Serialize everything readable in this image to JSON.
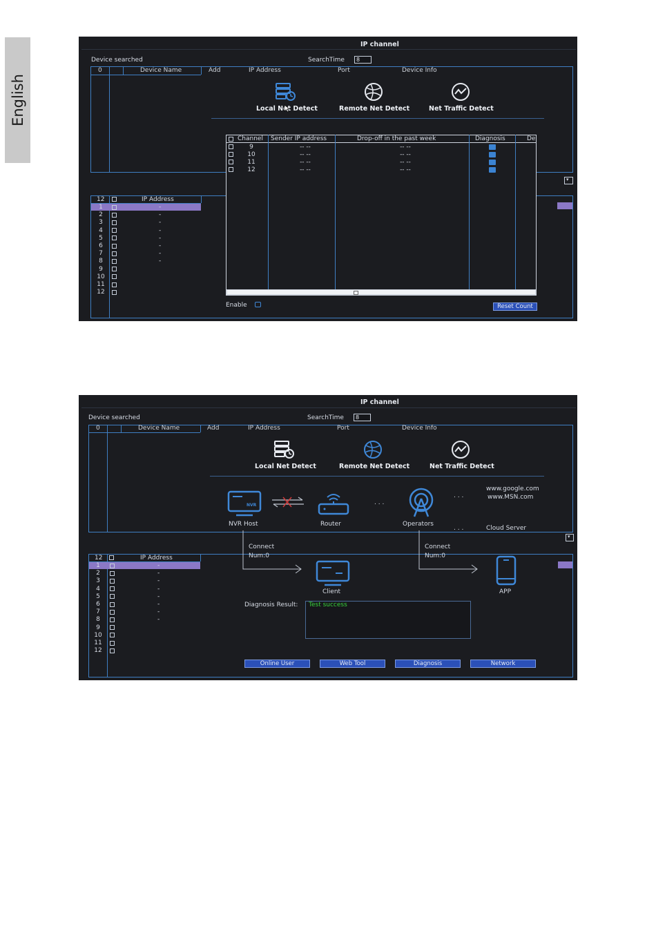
{
  "side_tab": {
    "label": "English"
  },
  "screenshots": [
    {
      "window_title": "IP channel",
      "device_searched": "Device searched",
      "search_time_label": "SearchTime",
      "search_time_value": "8",
      "device_headers": [
        "0",
        "Device Name",
        "Add",
        "IP Address",
        "Port",
        "Device Info"
      ],
      "ip_header": {
        "count": "12",
        "label": "IP Address"
      },
      "ip_rows": [
        {
          "num": "1",
          "ip": "-"
        },
        {
          "num": "2",
          "ip": "-"
        },
        {
          "num": "3",
          "ip": "-"
        },
        {
          "num": "4",
          "ip": "-"
        },
        {
          "num": "5",
          "ip": "-"
        },
        {
          "num": "6",
          "ip": "-"
        },
        {
          "num": "7",
          "ip": "-"
        },
        {
          "num": "8",
          "ip": "-"
        },
        {
          "num": "9",
          "ip": ""
        },
        {
          "num": "10",
          "ip": ""
        },
        {
          "num": "11",
          "ip": ""
        },
        {
          "num": "12",
          "ip": ""
        }
      ],
      "tabs": [
        {
          "label": "Local Net Detect",
          "icon": "local-net-icon"
        },
        {
          "label": "Remote Net Detect",
          "icon": "globe-icon"
        },
        {
          "label": "Net Traffic Detect",
          "icon": "traffic-chart-icon"
        }
      ],
      "table_headers": [
        "Channel",
        "Sender IP address",
        "Drop-off in the past week",
        "Diagnosis",
        "De"
      ],
      "table_rows": [
        {
          "channel": "9",
          "sender": "-- --",
          "drop": "-- --"
        },
        {
          "channel": "10",
          "sender": "-- --",
          "drop": "-- --"
        },
        {
          "channel": "11",
          "sender": "-- --",
          "drop": "-- --"
        },
        {
          "channel": "12",
          "sender": "-- --",
          "drop": "-- --"
        }
      ],
      "enable_label": "Enable",
      "reset_button": "Reset Count"
    },
    {
      "window_title": "IP channel",
      "device_searched": "Device searched",
      "search_time_label": "SearchTime",
      "search_time_value": "8",
      "device_headers": [
        "0",
        "Device Name",
        "Add",
        "IP Address",
        "Port",
        "Device Info"
      ],
      "ip_header": {
        "count": "12",
        "label": "IP Address"
      },
      "ip_rows": [
        {
          "num": "1",
          "ip": "-"
        },
        {
          "num": "2",
          "ip": "-"
        },
        {
          "num": "3",
          "ip": "-"
        },
        {
          "num": "4",
          "ip": "-"
        },
        {
          "num": "5",
          "ip": "-"
        },
        {
          "num": "6",
          "ip": "-"
        },
        {
          "num": "7",
          "ip": "-"
        },
        {
          "num": "8",
          "ip": "-"
        },
        {
          "num": "9",
          "ip": ""
        },
        {
          "num": "10",
          "ip": ""
        },
        {
          "num": "11",
          "ip": ""
        },
        {
          "num": "12",
          "ip": ""
        }
      ],
      "tabs": [
        {
          "label": "Local Net Detect",
          "icon": "local-net-icon"
        },
        {
          "label": "Remote Net Detect",
          "icon": "globe-icon"
        },
        {
          "label": "Net Traffic Detect",
          "icon": "traffic-chart-icon"
        }
      ],
      "diagram": {
        "nvr_host": "NVR Host",
        "nvr_badge": "NVR",
        "router": "Router",
        "operators": "Operators",
        "dots": ". . .",
        "websites": [
          "www.google.com",
          "www.MSN.com"
        ],
        "cloud_server": "Cloud Server",
        "connect_left": [
          "Connect",
          "Num:0"
        ],
        "connect_right": [
          "Connect",
          "Num:0"
        ],
        "client": "Client",
        "app": "APP"
      },
      "diagnosis_label": "Diagnosis Result:",
      "diagnosis_value": "Test success",
      "buttons": [
        "Online User",
        "Web Tool",
        "Diagnosis",
        "Network"
      ],
      "colors": {
        "success": "#37d13a",
        "accent": "#3f7fc4",
        "selected_row": "#8b78c6",
        "button": "#2b50b8"
      }
    }
  ]
}
